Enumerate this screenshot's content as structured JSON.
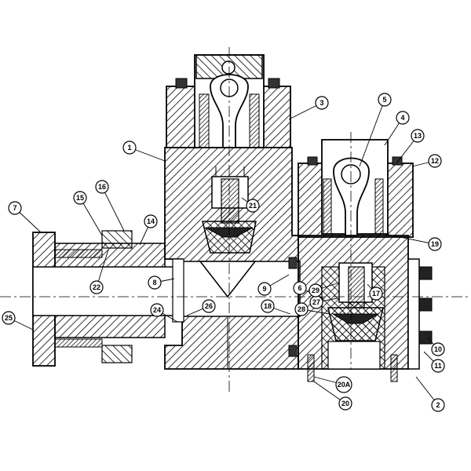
{
  "callouts": [
    {
      "label": "1"
    },
    {
      "label": "2"
    },
    {
      "label": "3"
    },
    {
      "label": "4"
    },
    {
      "label": "5"
    },
    {
      "label": "6"
    },
    {
      "label": "7"
    },
    {
      "label": "8"
    },
    {
      "label": "9"
    },
    {
      "label": "10"
    },
    {
      "label": "11"
    },
    {
      "label": "12"
    },
    {
      "label": "13"
    },
    {
      "label": "14"
    },
    {
      "label": "15"
    },
    {
      "label": "16"
    },
    {
      "label": "17"
    },
    {
      "label": "18"
    },
    {
      "label": "19"
    },
    {
      "label": "20"
    },
    {
      "label": "20A"
    },
    {
      "label": "21"
    },
    {
      "label": "22"
    },
    {
      "label": "24"
    },
    {
      "label": "25"
    },
    {
      "label": "26"
    },
    {
      "label": "27"
    },
    {
      "label": "28"
    },
    {
      "label": "29"
    }
  ]
}
